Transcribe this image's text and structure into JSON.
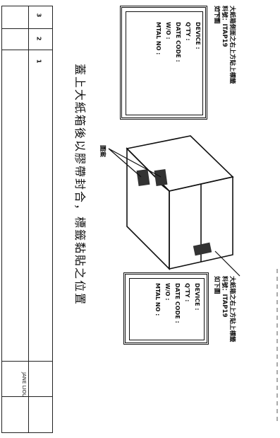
{
  "table": {
    "rows": [
      {
        "num": "3",
        "text": ""
      },
      {
        "num": "2",
        "text": ""
      },
      {
        "num": "1",
        "text": ""
      }
    ],
    "author": "JANE LIOU"
  },
  "title": "蓋上大紙箱後以膠帶封合，標籤黏貼之位置",
  "annotation_top": {
    "line1": "大紙箱側面之右上方貼上標籤",
    "line2": "料號：ITAP19",
    "line3": "如下圖"
  },
  "annotation_bottom": {
    "line1": "大紙箱之右上方貼上標籤",
    "line2": "料號：ITAP19",
    "line3": "如下圖"
  },
  "box_label": "圖案",
  "label_top": {
    "fields": [
      "DEVICE :",
      "Q'TY :",
      "DATE CODE :",
      "W/O :",
      "MTAL NO :"
    ]
  },
  "label_bottom": {
    "fields": [
      "DEVICE :",
      "Q'TY :",
      "DATE CODE :",
      "W/O :",
      "MTAL NO :"
    ]
  }
}
